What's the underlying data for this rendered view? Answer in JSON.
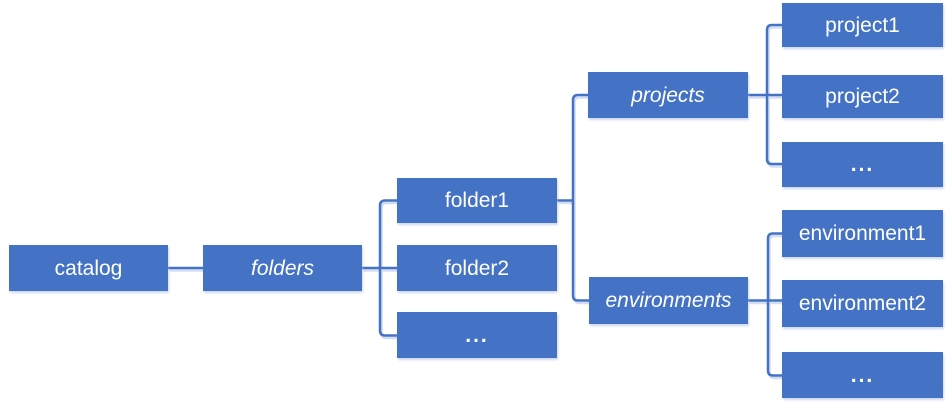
{
  "diagram": {
    "description": "Hierarchy diagram: catalog contains folders; each folder contains projects and environments",
    "colors": {
      "box_fill": "#4472C4",
      "connector": "#4472C4",
      "connector_shadow": "#d4def2",
      "text": "#ffffff",
      "background": "#ffffff"
    },
    "nodes": {
      "catalog": {
        "label": "catalog",
        "style": "regular"
      },
      "folders": {
        "label": "folders",
        "style": "italic-collection"
      },
      "folder1": {
        "label": "folder1",
        "style": "regular"
      },
      "folder2": {
        "label": "folder2",
        "style": "regular"
      },
      "folders_more": {
        "label": "...",
        "style": "ellipsis"
      },
      "projects": {
        "label": "projects",
        "style": "italic-collection"
      },
      "environments": {
        "label": "environments",
        "style": "italic-collection"
      },
      "project1": {
        "label": "project1",
        "style": "regular"
      },
      "project2": {
        "label": "project2",
        "style": "regular"
      },
      "projects_more": {
        "label": "...",
        "style": "ellipsis"
      },
      "environment1": {
        "label": "environment1",
        "style": "regular"
      },
      "environment2": {
        "label": "environment2",
        "style": "regular"
      },
      "environments_more": {
        "label": "...",
        "style": "ellipsis"
      }
    },
    "edges": [
      "catalog->folders",
      "folders->folder1",
      "folders->folder2",
      "folders->folders_more",
      "folder1->projects",
      "folder1->environments",
      "projects->project1",
      "projects->project2",
      "projects->projects_more",
      "environments->environment1",
      "environments->environment2",
      "environments->environments_more"
    ]
  }
}
